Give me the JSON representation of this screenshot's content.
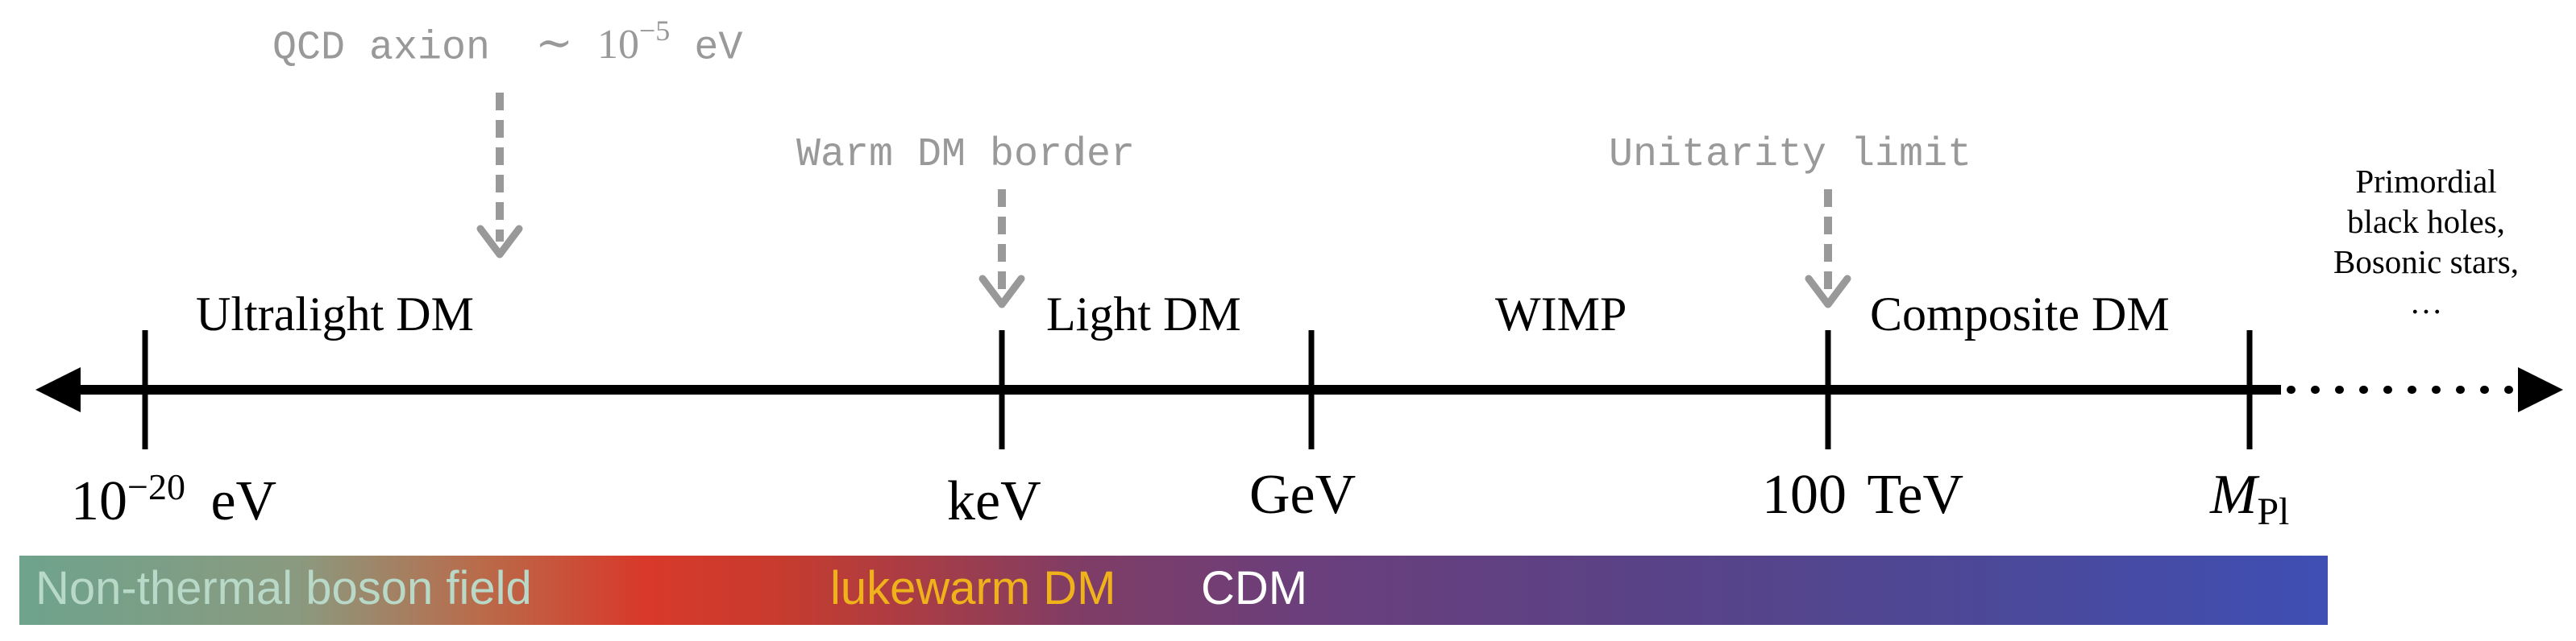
{
  "regions": {
    "ultralight": "Ultralight DM",
    "light": "Light DM",
    "wimp": "WIMP",
    "composite": "Composite DM"
  },
  "ticks": {
    "t1_base": "10",
    "t1_exp": "−20",
    "t1_unit": "eV",
    "t2": "keV",
    "t3": "GeV",
    "t4_num": "100",
    "t4_unit": "TeV",
    "t5_base": "M",
    "t5_sub": "Pl"
  },
  "annotations": {
    "axion_name": "QCD axion",
    "axion_sim": "∼",
    "axion_base": "10",
    "axion_exp": "−5",
    "axion_unit": "eV",
    "warm": "Warm DM border",
    "unitarity": "Unitarity limit"
  },
  "side_note": {
    "line1": "Primordial",
    "line2": "black holes,",
    "line3": "Bosonic stars,",
    "line4": "…"
  },
  "bar": {
    "label1": "Non-thermal boson field",
    "label2": "lukewarm DM",
    "label3": "CDM"
  },
  "colors": {
    "axis": "#000000",
    "annotation": "#999999",
    "bar_start": "#6ea38c",
    "bar_red": "#d8392a",
    "bar_end": "#3f4fb4",
    "label1": "#b8d8c8",
    "label2": "#f0b21a",
    "label3": "#ffffff"
  }
}
